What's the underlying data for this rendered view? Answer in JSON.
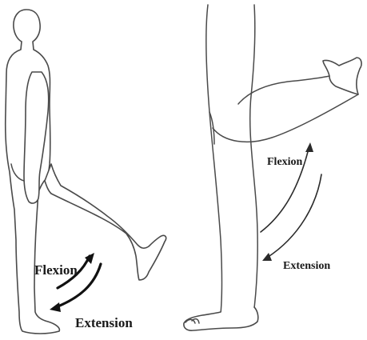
{
  "panels": {
    "left": {
      "flexion_label": "Flexion",
      "extension_label": "Extension"
    },
    "right": {
      "flexion_label": "Flexion",
      "extension_label": "Extension"
    }
  },
  "colors": {
    "outline": "#4a4a4a",
    "arrow": "#111111",
    "background": "#ffffff"
  }
}
